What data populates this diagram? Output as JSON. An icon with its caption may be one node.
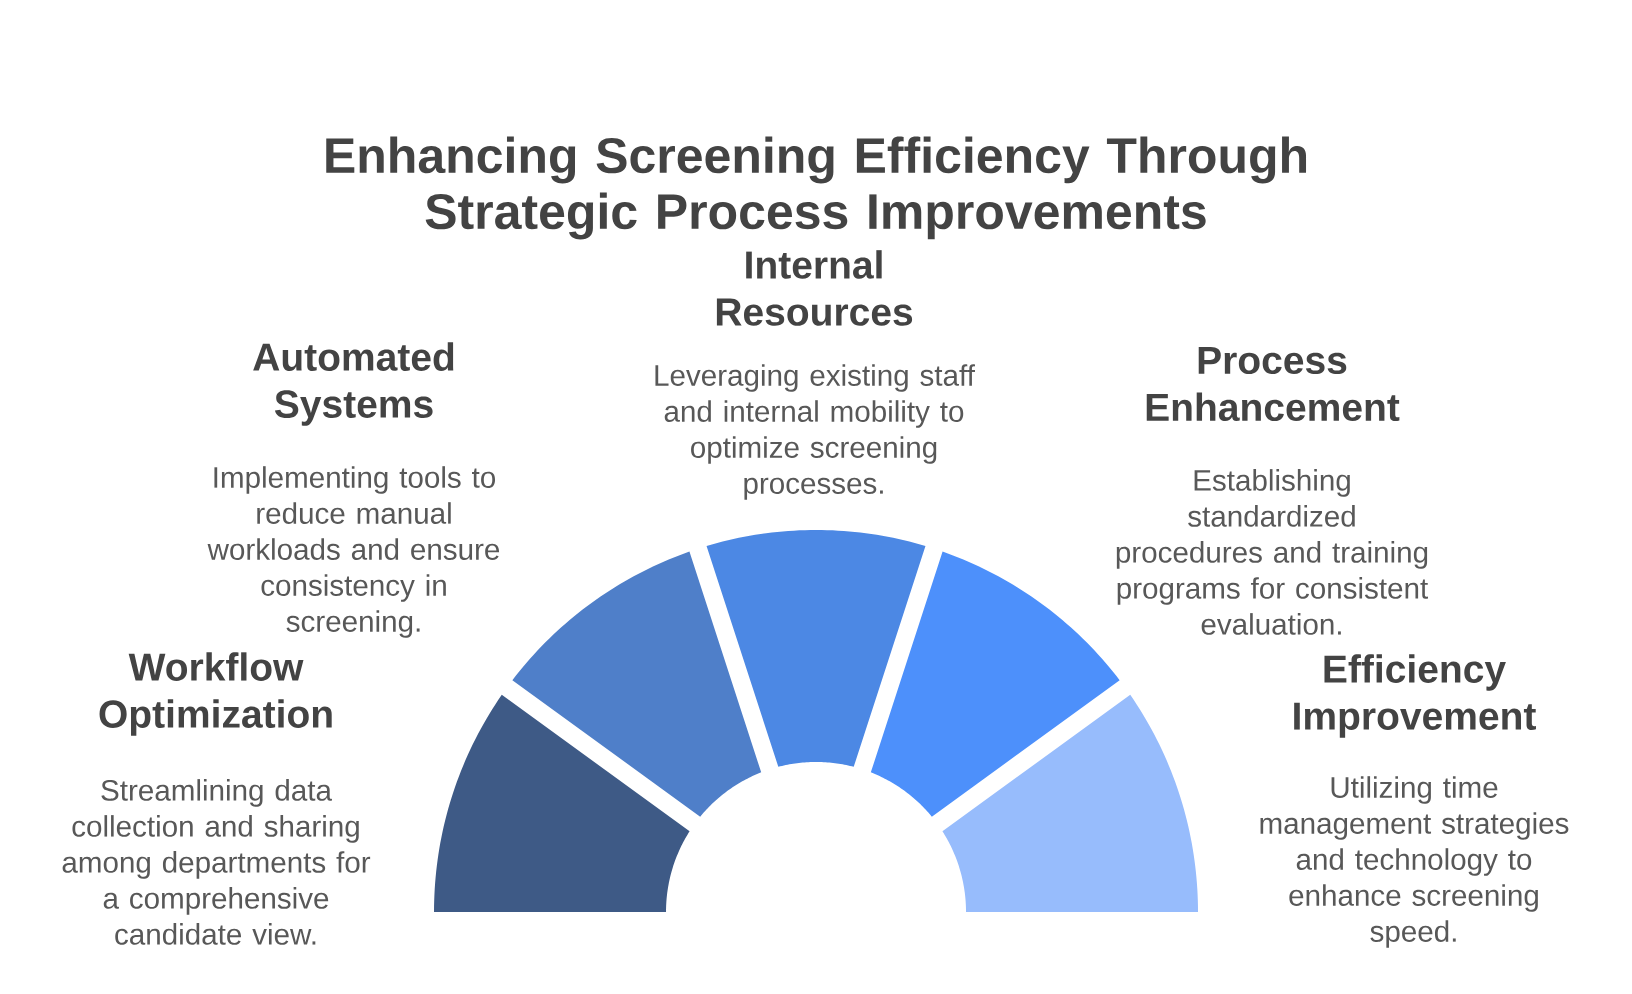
{
  "diagram": {
    "title": "Enhancing Screening Efficiency Through Strategic Process Improvements",
    "nodes": [
      {
        "text": [
          "Workflow Optimization",
          "Streamlining data collection and sharing among departments for a comprehensive candidate view."
        ]
      },
      {
        "text": [
          "Automated Systems",
          "Implementing tools to reduce manual workloads and ensure consistency in screening."
        ]
      },
      {
        "text": [
          "Internal Resources",
          "Leveraging existing staff and internal mobility to optimize screening processes."
        ]
      },
      {
        "text": [
          "Process Enhancement",
          "Establishing standardized procedures and training programs for consistent evaluation."
        ]
      },
      {
        "text": [
          "Efficiency Improvement",
          "Utilizing time management strategies and technology to enhance screening speed."
        ]
      }
    ]
  }
}
